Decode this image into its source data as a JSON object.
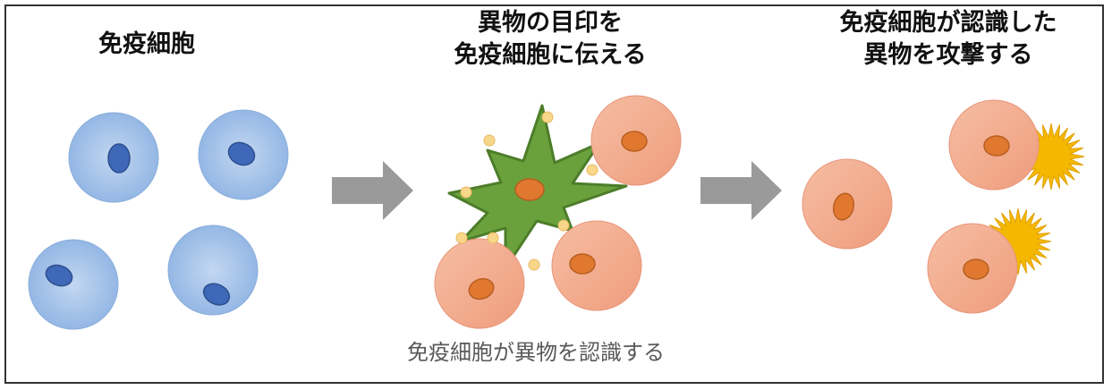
{
  "panels": {
    "immune_cells": {
      "title": "免疫細胞"
    },
    "antigen_presentation": {
      "title_line1": "異物の目印を",
      "title_line2": "免疫細胞に伝える",
      "caption": "免疫細胞が異物を認識する"
    },
    "attack": {
      "title_line1": "免疫細胞が認識した",
      "title_line2": "異物を攻撃する"
    }
  },
  "colors": {
    "border": "#333333",
    "blue_cell": "#8fb4e3",
    "blue_nucleus": "#3f68b8",
    "orange_cell": "#f2a889",
    "orange_nucleus": "#e07830",
    "green_cell": "#6aa13c",
    "antigen_dot": "#f8d78a",
    "burst": "#f5b800",
    "arrow": "#9a9a9a"
  },
  "icons": [
    "arrow-right-icon",
    "sunburst-icon"
  ]
}
